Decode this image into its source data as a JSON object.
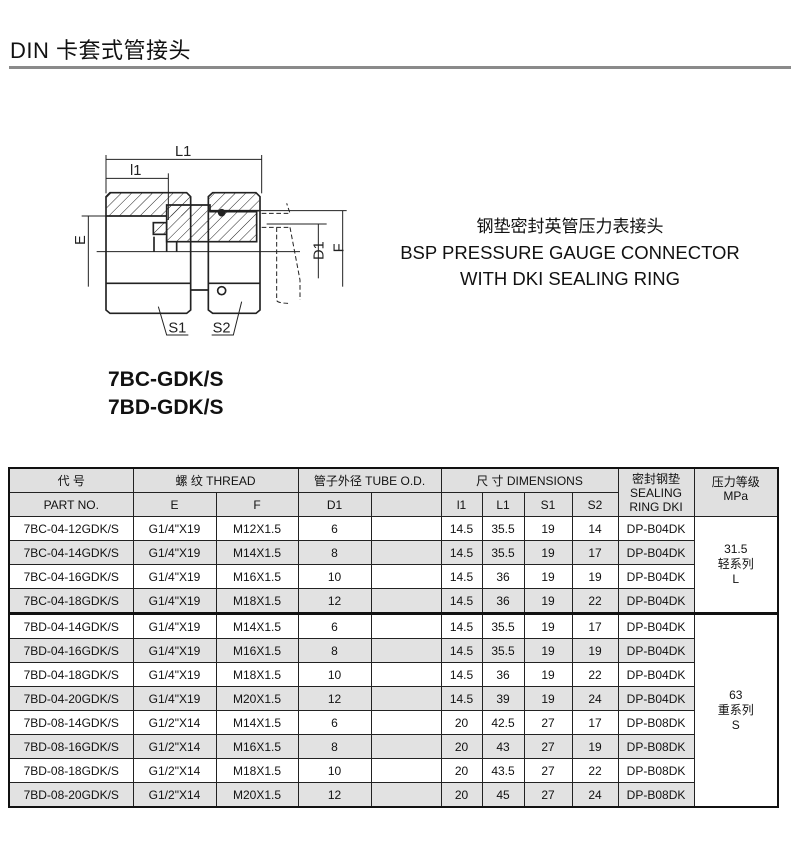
{
  "title": "DIN 卡套式管接头",
  "drawing": {
    "labels": {
      "L1": "L1",
      "l1": "l1",
      "E": "E",
      "D1": "D1",
      "F": "F",
      "S1": "S1",
      "S2": "S2"
    }
  },
  "description": {
    "cn": "钢垫密封英管压力表接头",
    "en_line1": "BSP PRESSURE GAUGE CONNECTOR",
    "en_line2": "WITH DKI SEALING RING"
  },
  "models": [
    "7BC-GDK/S",
    "7BD-GDK/S"
  ],
  "table": {
    "header": {
      "part_cn": "代  号",
      "part_en": "PART  NO.",
      "thread": "螺  纹  THREAD",
      "tube": "管子外径 TUBE O.D.",
      "dims": "尺  寸    DIMENSIONS",
      "seal": "密封钢垫",
      "seal_en1": "SEALING",
      "seal_en2": "RING DKI",
      "pressure_cn": "压力等级",
      "pressure_unit": "MPa",
      "E": "E",
      "F": "F",
      "D1": "D1",
      "l1": "l1",
      "L1": "L1",
      "S1": "S1",
      "S2": "S2"
    },
    "rows": [
      {
        "part": "7BC-04-12GDK/S",
        "E": "G1/4\"X19",
        "F": "M12X1.5",
        "D1": "6",
        "l1": "14.5",
        "L1": "35.5",
        "S1": "19",
        "S2": "14",
        "seal": "DP-B04DK"
      },
      {
        "part": "7BC-04-14GDK/S",
        "E": "G1/4\"X19",
        "F": "M14X1.5",
        "D1": "8",
        "l1": "14.5",
        "L1": "35.5",
        "S1": "19",
        "S2": "17",
        "seal": "DP-B04DK"
      },
      {
        "part": "7BC-04-16GDK/S",
        "E": "G1/4\"X19",
        "F": "M16X1.5",
        "D1": "10",
        "l1": "14.5",
        "L1": "36",
        "S1": "19",
        "S2": "19",
        "seal": "DP-B04DK"
      },
      {
        "part": "7BC-04-18GDK/S",
        "E": "G1/4\"X19",
        "F": "M18X1.5",
        "D1": "12",
        "l1": "14.5",
        "L1": "36",
        "S1": "19",
        "S2": "22",
        "seal": "DP-B04DK"
      },
      {
        "part": "7BD-04-14GDK/S",
        "E": "G1/4\"X19",
        "F": "M14X1.5",
        "D1": "6",
        "l1": "14.5",
        "L1": "35.5",
        "S1": "19",
        "S2": "17",
        "seal": "DP-B04DK"
      },
      {
        "part": "7BD-04-16GDK/S",
        "E": "G1/4\"X19",
        "F": "M16X1.5",
        "D1": "8",
        "l1": "14.5",
        "L1": "35.5",
        "S1": "19",
        "S2": "19",
        "seal": "DP-B04DK"
      },
      {
        "part": "7BD-04-18GDK/S",
        "E": "G1/4\"X19",
        "F": "M18X1.5",
        "D1": "10",
        "l1": "14.5",
        "L1": "36",
        "S1": "19",
        "S2": "22",
        "seal": "DP-B04DK"
      },
      {
        "part": "7BD-04-20GDK/S",
        "E": "G1/4\"X19",
        "F": "M20X1.5",
        "D1": "12",
        "l1": "14.5",
        "L1": "39",
        "S1": "19",
        "S2": "24",
        "seal": "DP-B04DK"
      },
      {
        "part": "7BD-08-14GDK/S",
        "E": "G1/2\"X14",
        "F": "M14X1.5",
        "D1": "6",
        "l1": "20",
        "L1": "42.5",
        "S1": "27",
        "S2": "17",
        "seal": "DP-B08DK"
      },
      {
        "part": "7BD-08-16GDK/S",
        "E": "G1/2\"X14",
        "F": "M16X1.5",
        "D1": "8",
        "l1": "20",
        "L1": "43",
        "S1": "27",
        "S2": "19",
        "seal": "DP-B08DK"
      },
      {
        "part": "7BD-08-18GDK/S",
        "E": "G1/2\"X14",
        "F": "M18X1.5",
        "D1": "10",
        "l1": "20",
        "L1": "43.5",
        "S1": "27",
        "S2": "22",
        "seal": "DP-B08DK"
      },
      {
        "part": "7BD-08-20GDK/S",
        "E": "G1/2\"X14",
        "F": "M20X1.5",
        "D1": "12",
        "l1": "20",
        "L1": "45",
        "S1": "27",
        "S2": "24",
        "seal": "DP-B08DK"
      }
    ],
    "pressure_groups": [
      {
        "value": "31.5",
        "series_cn": "轻系列",
        "series": "L"
      },
      {
        "value": "63",
        "series_cn": "重系列",
        "series": "S"
      }
    ]
  }
}
